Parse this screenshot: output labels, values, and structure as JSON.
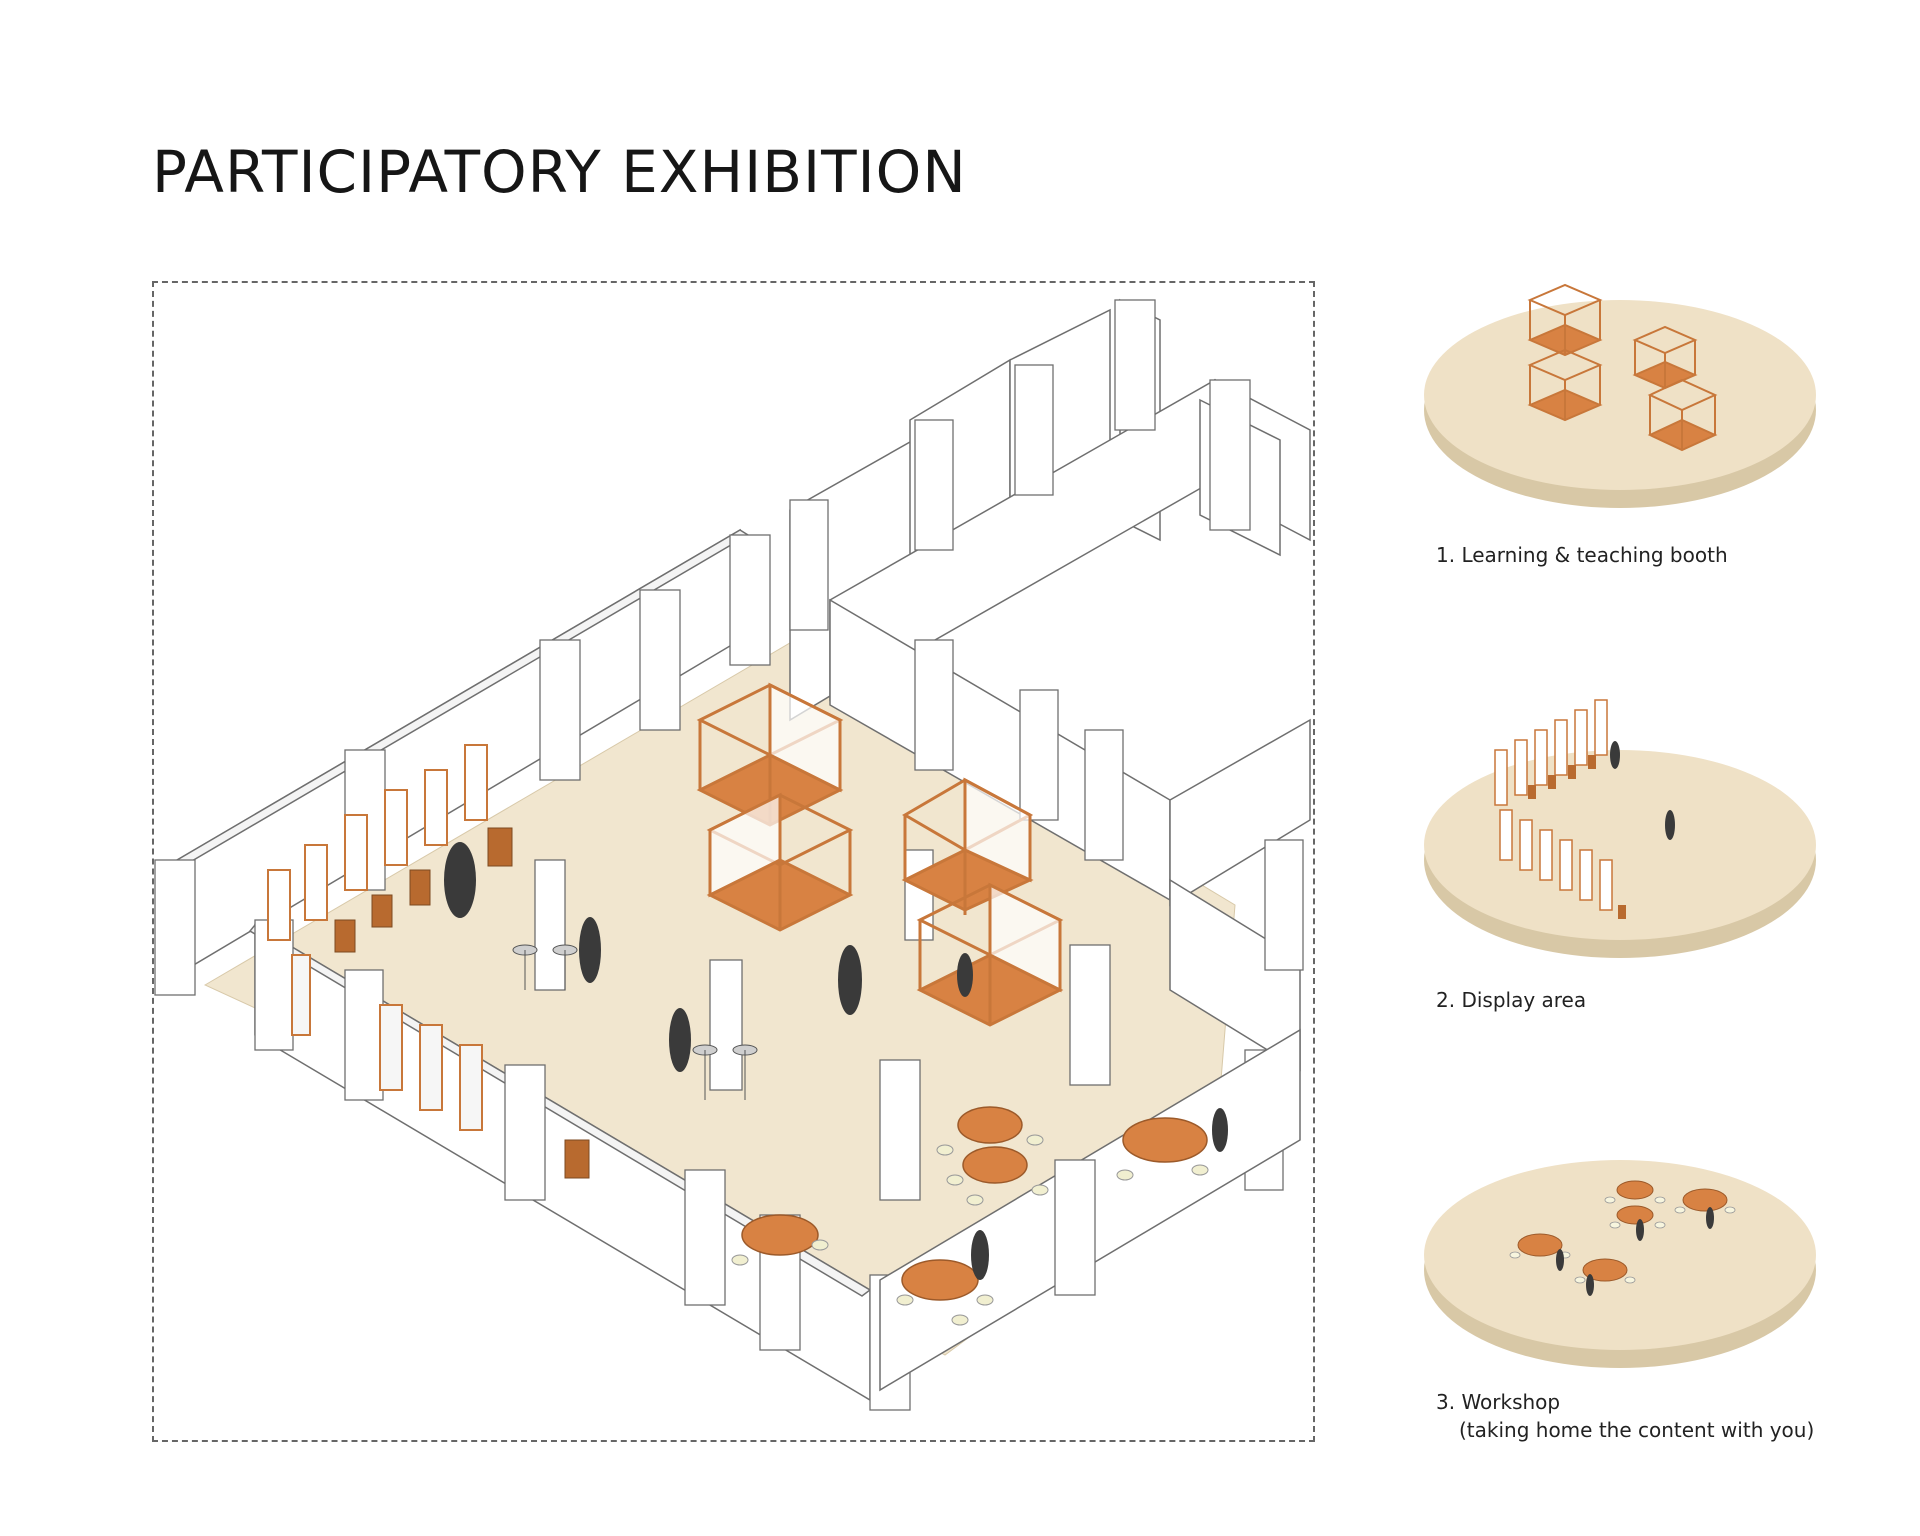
{
  "title": "PARTICIPATORY EXHIBITION",
  "colors": {
    "floor": "#f1e6cf",
    "disc_top": "#efe1c6",
    "disc_side": "#d8c8a6",
    "wood": "#c8773a",
    "wood_dark": "#9c5a2a",
    "wall": "#ffffff",
    "wall_line": "#6f6f6f",
    "figure": "#3a3a3a"
  },
  "captions": {
    "booth": "1. Learning & teaching booth",
    "display": "2. Display area",
    "workshop": "3. Workshop",
    "workshop_note": "(taking home the content with you)"
  }
}
